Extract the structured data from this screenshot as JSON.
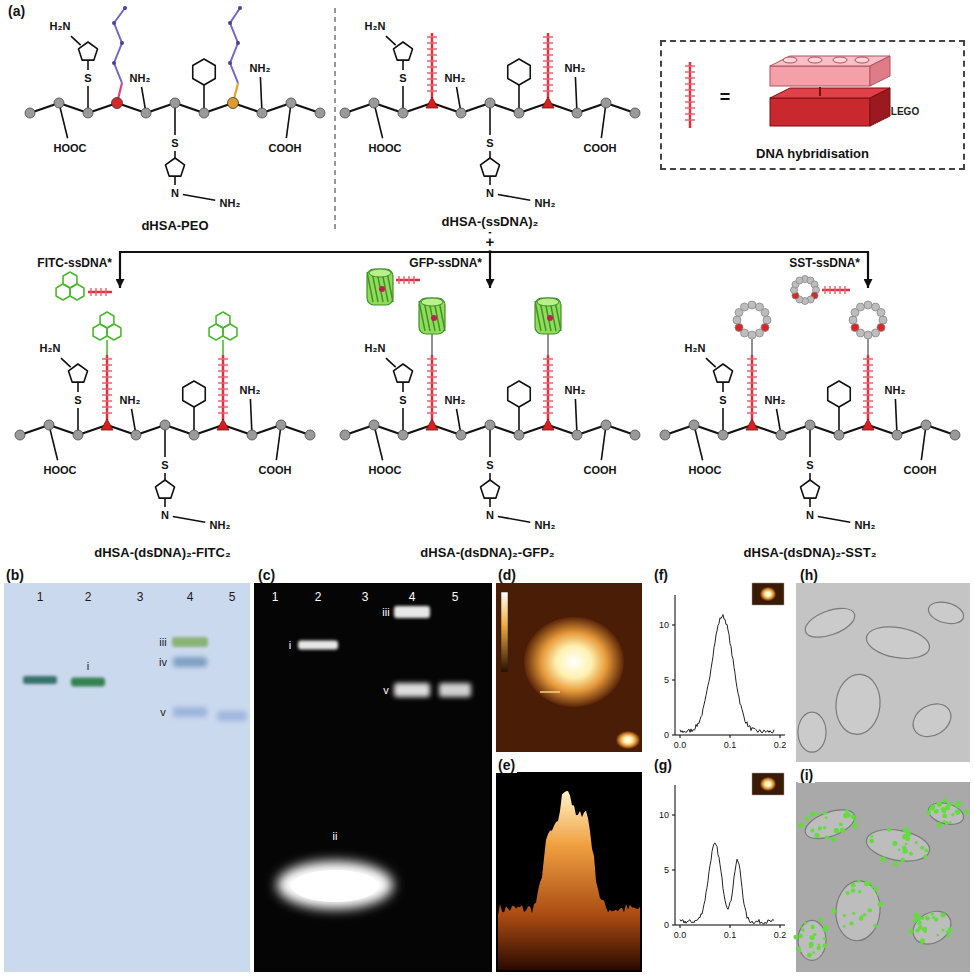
{
  "diagram": {
    "nodes": [
      {
        "text": [
          "dHSA-PEO"
        ]
      },
      {
        "text": [
          "dHSA-(ssDNA)₂"
        ]
      },
      {
        "text": [
          "DNA hybridisation"
        ]
      },
      {
        "text": [
          "dHSA-(dsDNA)₂-FITC₂"
        ]
      },
      {
        "text": [
          "dHSA-(dsDNA)₂-GFP₂"
        ]
      },
      {
        "text": [
          "dHSA-(dsDNA)₂-SST₂"
        ]
      }
    ],
    "edges": [
      {
        "from": 1,
        "to": 3,
        "arrow": "to",
        "label": "FITC-ssDNA*"
      },
      {
        "from": 1,
        "to": 4,
        "arrow": "to",
        "label": "GFP-ssDNA*"
      },
      {
        "from": 1,
        "to": 5,
        "arrow": "to",
        "label": "SST-ssDNA*"
      }
    ],
    "labels": [
      "(a)",
      "=",
      "LEGO",
      "+",
      "H₂N",
      "S",
      "NH₂",
      "HOOC",
      "S",
      "N",
      "NH₂",
      "COOH",
      "NH₂",
      "H₂N",
      "S",
      "NH₂",
      "HOOC",
      "S",
      "N",
      "NH₂",
      "COOH",
      "NH₂",
      "H₂N",
      "S",
      "NH₂",
      "HOOC",
      "S",
      "N",
      "NH₂",
      "COOH",
      "NH₂",
      "H₂N",
      "S",
      "NH₂",
      "HOOC",
      "S",
      "N",
      "NH₂",
      "COOH",
      "NH₂",
      "H₂N",
      "S",
      "NH₂",
      "HOOC",
      "S",
      "N",
      "NH₂",
      "COOH",
      "NH₂",
      "(b)",
      "1",
      "2",
      "3",
      "4",
      "5",
      "i",
      "iii",
      "iv",
      "v",
      "(c)",
      "1",
      "2",
      "3",
      "4",
      "5",
      "i",
      "ii",
      "iii",
      "v",
      "(d)",
      "(e)",
      "(f)",
      "10",
      "5",
      "0",
      "0.0",
      "0.1",
      "0.2",
      "(g)",
      "10",
      "5",
      "0",
      "0.0",
      "0.1",
      "0.2",
      "(h)",
      "(i)"
    ]
  }
}
